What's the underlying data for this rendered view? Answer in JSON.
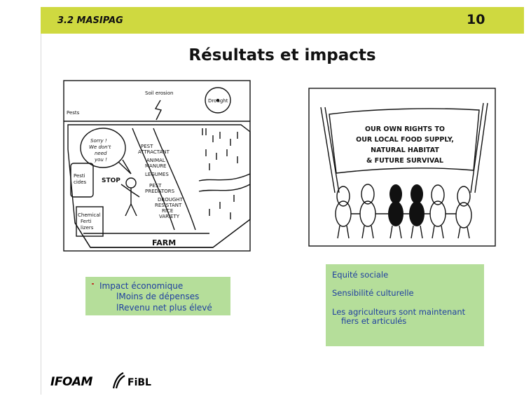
{
  "header": {
    "section": "3.2 MASIPAG",
    "page_number": "10"
  },
  "title": "Résultats et impacts",
  "left_illustration": {
    "labels": {
      "pests": "Pests",
      "soil_erosion": "Soil erosion",
      "drought": "Drought",
      "speech_1": "Sorry !",
      "speech_2": "We don't",
      "speech_3": "need",
      "speech_4": "you !",
      "stop": "STOP",
      "pesticides_1": "Pesti",
      "pesticides_2": "cides",
      "chem_1": "Chemical",
      "chem_2": "Ferti",
      "chem_3": "lizers",
      "farm": "FARM",
      "f1": "PEST",
      "f2": "ATTRACTANT",
      "f3": "ANIMAL",
      "f4": "MANURE",
      "f5": "LEGUMES",
      "f6": "PEST",
      "f7": "PREDATORS",
      "f8": "DROUGHT",
      "f9": "RESISTANT",
      "f10": "RICE",
      "f11": "VARIETY"
    }
  },
  "right_illustration": {
    "banner_lines": [
      "OUR OWN RIGHTS TO",
      "OUR LOCAL FOOD SUPPLY,",
      "NATURAL HABITAT",
      "& FUTURE SURVIVAL"
    ]
  },
  "left_box": {
    "item": "Impact économique",
    "sub_items": [
      "lMoins de dépenses",
      "lRevenu net plus élevé"
    ]
  },
  "right_box": {
    "items": [
      "Equité sociale",
      "Sensibilité culturelle",
      "Les agriculteurs sont maintenant",
      "fiers et articulés"
    ]
  },
  "logos": {
    "ifoam": "IFOAM",
    "fibl": "FiBL"
  },
  "colors": {
    "header": "#cfd940",
    "box": "#b5de9a",
    "box_text": "#1f3fa0"
  }
}
